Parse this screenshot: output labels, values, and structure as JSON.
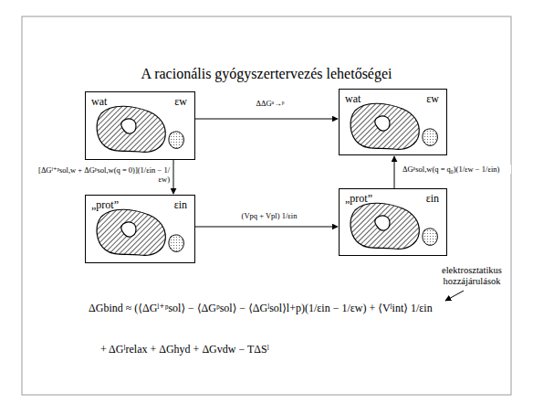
{
  "diagram": {
    "title": "A racionális gyógyszertervezés lehetőségei",
    "nodes": [
      {
        "text": [
          "wat",
          "εw"
        ]
      },
      {
        "text": [
          "wat",
          "εw"
        ]
      },
      {
        "text": [
          "„prot”",
          "εin"
        ]
      },
      {
        "text": [
          "„prot”",
          "εin"
        ]
      }
    ],
    "edges": [
      {
        "from": 0,
        "to": 1,
        "arrow": "to",
        "label": "ΔΔGᵘ→ᵖ"
      },
      {
        "from": 0,
        "to": 2,
        "arrow": "to",
        "label": "[ΔGˡ⁺ᵖsol,w + ΔGᵖsol,w(q = 0)](1/εin − 1/εw)"
      },
      {
        "from": 2,
        "to": 3,
        "arrow": "to",
        "label": "(Vpq + Vpl) 1/εin"
      },
      {
        "from": 3,
        "to": 1,
        "arrow": "to",
        "label": "ΔGᵖsol,w(q = q₀)(1/εw − 1/εin)"
      }
    ],
    "labels": [
      "ΔGbind ≈ (⟨ΔGˡ⁺ᵖsol⟩ − ⟨ΔGᵖsol⟩ − ⟨ΔGˡsol⟩l+p)(1/εin − 1/εw) + ⟨Vˡint⟩ 1/εin",
      "+ ΔGˡrelax + ΔGhyd + ΔGvdw − TΔSˡ",
      "elektrosztatikus hozzájárulások"
    ]
  }
}
